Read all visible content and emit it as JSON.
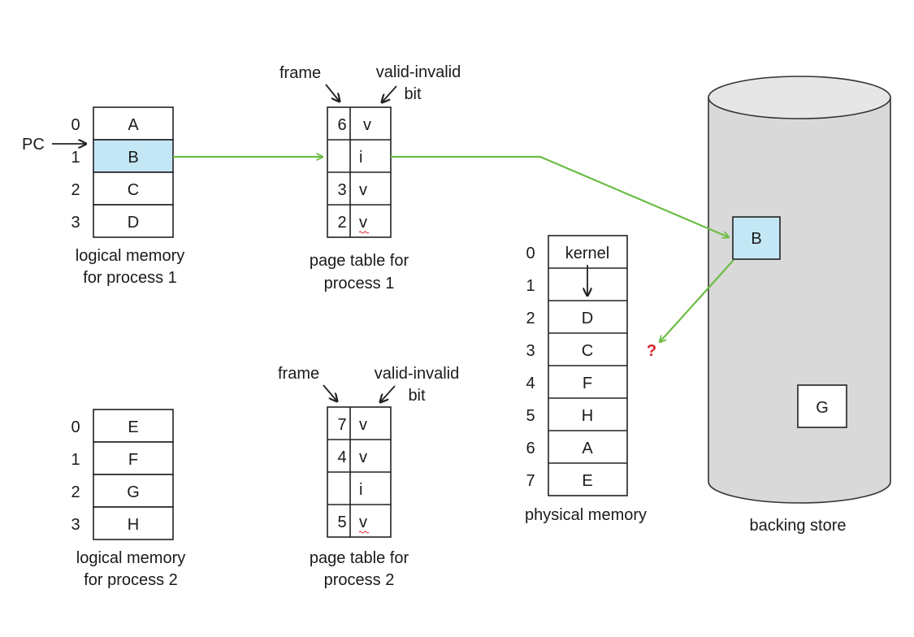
{
  "process1": {
    "pc_label": "PC",
    "logical_memory": {
      "indices": [
        "0",
        "1",
        "2",
        "3"
      ],
      "pages": [
        "A",
        "B",
        "C",
        "D"
      ],
      "highlighted_row": 1,
      "caption_line1": "logical memory",
      "caption_line2": "for process 1"
    },
    "page_table": {
      "frame_label": "frame",
      "valid_label_line1": "valid-invalid",
      "valid_label_line2": "bit",
      "rows": [
        {
          "frame": "6",
          "bit": "v"
        },
        {
          "frame": "",
          "bit": "i"
        },
        {
          "frame": "3",
          "bit": "v"
        },
        {
          "frame": "2",
          "bit": "v"
        }
      ],
      "caption_line1": "page table for",
      "caption_line2": "process 1"
    }
  },
  "process2": {
    "logical_memory": {
      "indices": [
        "0",
        "1",
        "2",
        "3"
      ],
      "pages": [
        "E",
        "F",
        "G",
        "H"
      ],
      "caption_line1": "logical memory",
      "caption_line2": "for process 2"
    },
    "page_table": {
      "frame_label": "frame",
      "valid_label_line1": "valid-invalid",
      "valid_label_line2": "bit",
      "rows": [
        {
          "frame": "7",
          "bit": "v"
        },
        {
          "frame": "4",
          "bit": "v"
        },
        {
          "frame": "",
          "bit": "i"
        },
        {
          "frame": "5",
          "bit": "v"
        }
      ],
      "caption_line1": "page table for",
      "caption_line2": "process 2"
    }
  },
  "physical_memory": {
    "indices": [
      "0",
      "1",
      "2",
      "3",
      "4",
      "5",
      "6",
      "7"
    ],
    "frames": [
      "kernel",
      "",
      "D",
      "C",
      "F",
      "H",
      "A",
      "E"
    ],
    "caption": "physical memory",
    "question_mark": "?"
  },
  "backing_store": {
    "caption": "backing store",
    "pages": [
      "B",
      "G"
    ]
  },
  "colors": {
    "highlight": "#c4e7f5",
    "arrow_green": "#6cbd45",
    "question_red": "#d6232b"
  }
}
